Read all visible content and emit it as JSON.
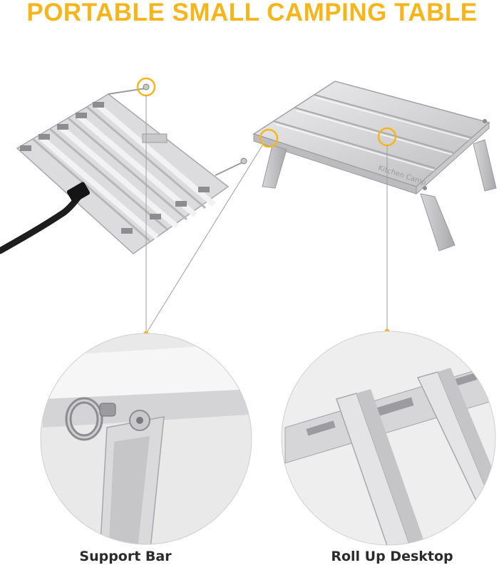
{
  "header": {
    "title": "PORTABLE SMALL CAMPING TABLE"
  },
  "product": {
    "brand_marking": "Kitchen Camp"
  },
  "callouts": [
    {
      "label": "Support Bar"
    },
    {
      "label": "Roll Up Desktop"
    }
  ],
  "colors": {
    "accent": "#f6b51b",
    "aluminum": "#d9d9db",
    "text": "#2b2b2b"
  }
}
